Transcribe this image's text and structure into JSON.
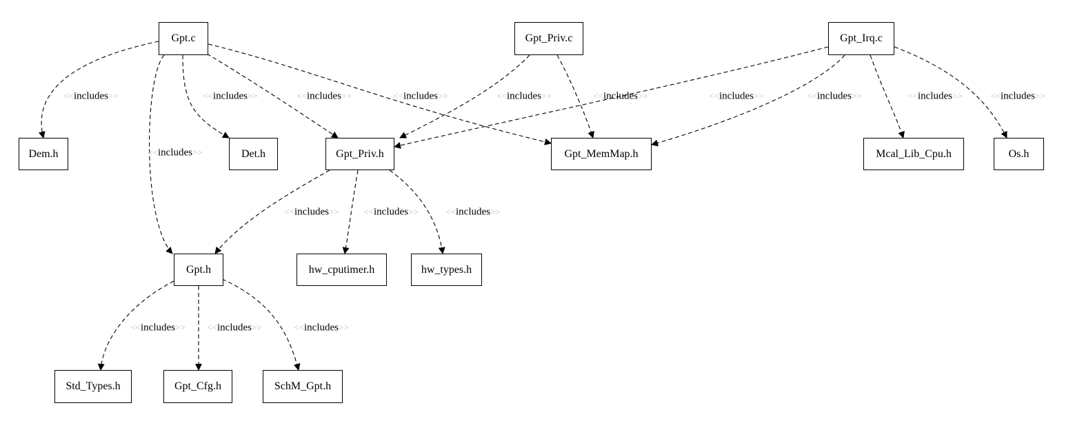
{
  "nodes": [
    {
      "id": "gpt_c",
      "label": "Gpt.c"
    },
    {
      "id": "gpt_priv_c",
      "label": "Gpt_Priv.c"
    },
    {
      "id": "gpt_irq_c",
      "label": "Gpt_Irq.c"
    },
    {
      "id": "dem_h",
      "label": "Dem.h"
    },
    {
      "id": "det_h",
      "label": "Det.h"
    },
    {
      "id": "gpt_priv_h",
      "label": "Gpt_Priv.h"
    },
    {
      "id": "gpt_memmap_h",
      "label": "Gpt_MemMap.h"
    },
    {
      "id": "mcal_lib_cpu_h",
      "label": "Mcal_Lib_Cpu.h"
    },
    {
      "id": "os_h",
      "label": "Os.h"
    },
    {
      "id": "gpt_h",
      "label": "Gpt.h"
    },
    {
      "id": "hw_cputimer_h",
      "label": "hw_cputimer.h"
    },
    {
      "id": "hw_types_h",
      "label": "hw_types.h"
    },
    {
      "id": "std_types_h",
      "label": "Std_Types.h"
    },
    {
      "id": "gpt_cfg_h",
      "label": "Gpt_Cfg.h"
    },
    {
      "id": "schm_gpt_h",
      "label": "SchM_Gpt.h"
    }
  ],
  "edge_label": "includes",
  "edge_label_open": "<<",
  "edge_label_close": ">>",
  "edges": [
    {
      "from": "gpt_c",
      "to": "dem_h"
    },
    {
      "from": "gpt_c",
      "to": "gpt_h"
    },
    {
      "from": "gpt_c",
      "to": "det_h"
    },
    {
      "from": "gpt_c",
      "to": "gpt_priv_h"
    },
    {
      "from": "gpt_c",
      "to": "gpt_memmap_h"
    },
    {
      "from": "gpt_priv_c",
      "to": "gpt_priv_h"
    },
    {
      "from": "gpt_priv_c",
      "to": "gpt_memmap_h"
    },
    {
      "from": "gpt_irq_c",
      "to": "gpt_priv_h"
    },
    {
      "from": "gpt_irq_c",
      "to": "gpt_memmap_h"
    },
    {
      "from": "gpt_irq_c",
      "to": "mcal_lib_cpu_h"
    },
    {
      "from": "gpt_irq_c",
      "to": "os_h"
    },
    {
      "from": "gpt_priv_h",
      "to": "gpt_h"
    },
    {
      "from": "gpt_priv_h",
      "to": "hw_cputimer_h"
    },
    {
      "from": "gpt_priv_h",
      "to": "hw_types_h"
    },
    {
      "from": "gpt_h",
      "to": "std_types_h"
    },
    {
      "from": "gpt_h",
      "to": "gpt_cfg_h"
    },
    {
      "from": "gpt_h",
      "to": "schm_gpt_h"
    }
  ]
}
